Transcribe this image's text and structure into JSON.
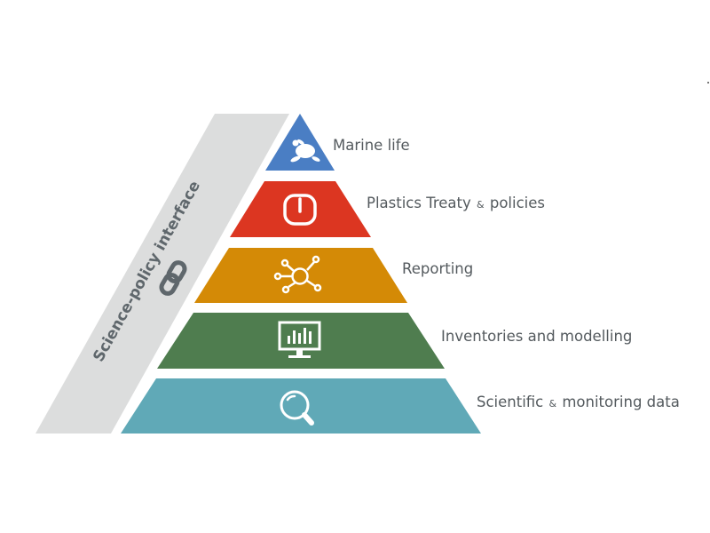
{
  "interface": {
    "label": "Science-policy interface",
    "bar_color": "#dcdddd",
    "text_color": "#5f676c",
    "icon": "chain-link-icon"
  },
  "layers": [
    {
      "key": "marine",
      "icon": "turtle-icon",
      "color": "#4a7ec4",
      "label_parts": [
        "Marine life"
      ]
    },
    {
      "key": "treaty",
      "icon": "power-icon",
      "color": "#dc3621",
      "label_parts": [
        "Plastics Treaty",
        "&",
        "policies"
      ]
    },
    {
      "key": "reporting",
      "icon": "network-icon",
      "color": "#d48a06",
      "label_parts": [
        "Reporting"
      ]
    },
    {
      "key": "inventories",
      "icon": "monitor-chart-icon",
      "color": "#4f7d4f",
      "label_parts": [
        "Inventories and modelling"
      ]
    },
    {
      "key": "scientific",
      "icon": "magnifier-icon",
      "color": "#60a9b7",
      "label_parts": [
        "Scientific",
        "&",
        "monitoring data"
      ]
    }
  ]
}
